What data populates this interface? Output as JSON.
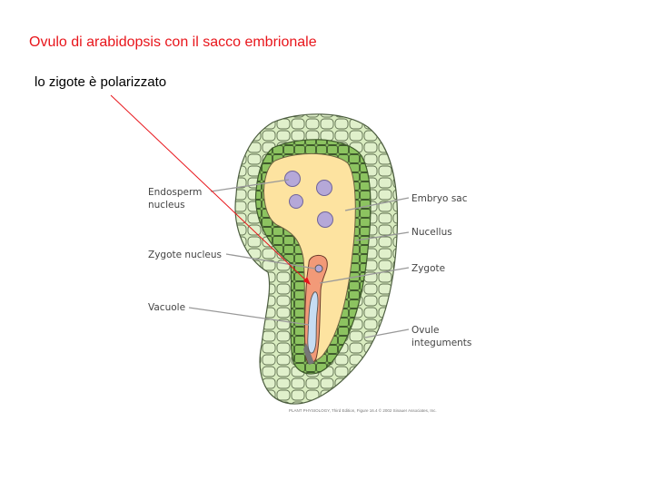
{
  "slide": {
    "title": "Ovulo di arabidopsis con il sacco embrionale",
    "subtitle": "lo zigote è polarizzato",
    "accent_color": "#e8151b"
  },
  "figure": {
    "labels": {
      "endosperm_1": "Endosperm",
      "endosperm_2": "nucleus",
      "zygote_nucleus": "Zygote nucleus",
      "vacuole": "Vacuole",
      "embryo_sac": "Embryo sac",
      "nucellus": "Nucellus",
      "zygote": "Zygote",
      "integuments_1": "Ovule",
      "integuments_2": "integuments"
    },
    "caption": "PLANT PHYSIOLOGY, Third Edition, Figure 16.4 © 2002 Sinauer Associates, Inc.",
    "colors": {
      "integuments": "#d9ecc0",
      "nucellus": "#8cc360",
      "embryo_sac": "#fde3a0",
      "nuclei": "#b5a8d8",
      "zygote": "#f29a78",
      "vacuole": "#c6dcf3",
      "arrow": "#e8151b"
    }
  }
}
